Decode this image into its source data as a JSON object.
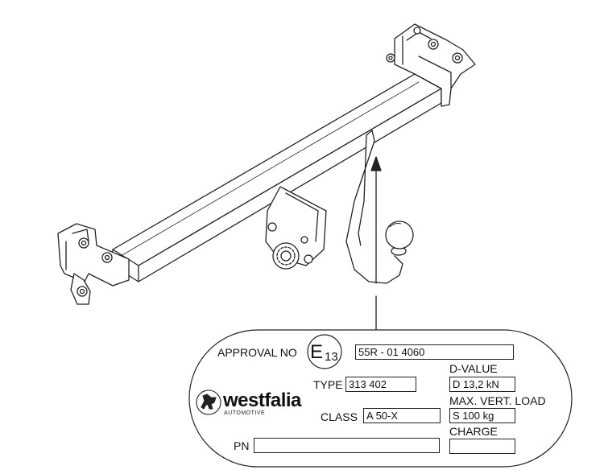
{
  "plate": {
    "approval_label": "APPROVAL NO",
    "e_mark_letter": "E",
    "e_mark_number": "13",
    "approval_value": "55R - 01 4060",
    "type_label": "TYPE",
    "type_value": "313 402",
    "class_label": "CLASS",
    "class_value": "A 50-X",
    "pn_label": "PN",
    "pn_value": "",
    "dvalue_label": "D-VALUE",
    "dvalue_value": "D   13,2 kN",
    "maxload_label": "MAX. VERT. LOAD",
    "maxload_value": "S    100 kg",
    "charge_label": "CHARGE",
    "charge_value": ""
  },
  "brand": {
    "name": "westfalia",
    "subtitle": "AUTOMOTIVE"
  }
}
